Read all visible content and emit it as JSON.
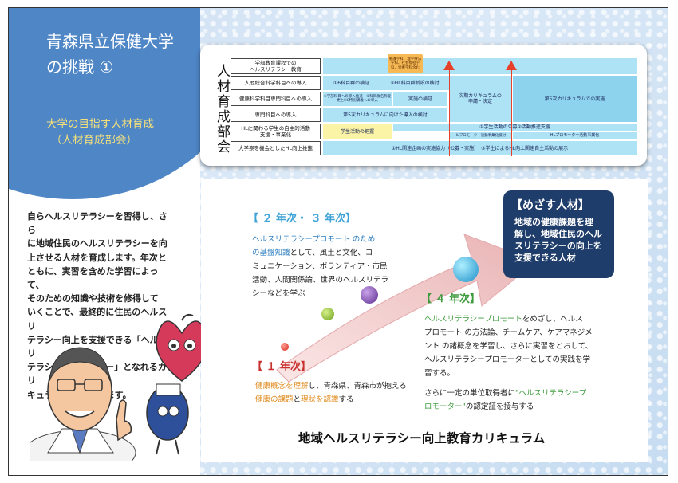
{
  "title_line1": "青森県立保健大学",
  "title_line2": "の挑戦 ①",
  "subtitle_line1": "大学の目指す人材育成",
  "subtitle_line2": "（人材育成部会）",
  "body_lines": [
    "自らヘルスリテラシーを習得し、さら",
    "に地域住民のヘルスリテラシーを向",
    "上させる人材を育成します。年次と",
    "ともに、実習を含めた学習によって、",
    "そのための知識や技術を修得して",
    "いくことで、最終的に住民のヘルスリ",
    "テラシー向上を支援できる「ヘルスリ",
    "テラシープロモーター」となれるカリ",
    "キュラム編成を行います。"
  ],
  "table": {
    "vertical_label": "人材育成部会",
    "row_labels": [
      "学部教育課程での\nヘルスリテラシー教育",
      "人間総合科学科目への導入",
      "健康科学科目専門科目への導入",
      "専門科目への導入",
      "HLに関わる学生の自主的活動\n支援・事業化",
      "大学祭を機会としたHL向上推進"
    ],
    "orange_note": "看護学科、理学療法学科、社会福祉学科、栄養学科含む",
    "cells": {
      "r1a": "①6科目群の検証",
      "r1b": "②HL科目群新設の検討",
      "r2a": "①学部科目への導入推進　②科目群名称変更とHC特別講義への導入",
      "r2b": "実施の検証",
      "next_cur": "次期カリキュラムの\n申請・決定",
      "fifth_impl": "第5次カリキュラムでの実施",
      "r3": "第5次カリキュラムに向けた導入の検討",
      "r4a": "学生活動の把握",
      "r4b": "①学生活動の公募②活動推進支援",
      "r4c": "HLプロモーター活動事業化検討",
      "r4d": "HLプロモーター活動事業化",
      "r5": "①HL関連企画の実施協力（公募・実施）　②学生によるHL向上関連自主活動の展示"
    }
  },
  "goal": {
    "heading": "【めざす人材】",
    "lines": [
      "地域の健康課題を理",
      "解し、地域住民のヘル",
      "スリテラシーの向上を",
      "支援できる人材"
    ]
  },
  "year23": {
    "heading": "【 ２ 年次・ ３ 年次】",
    "lines": [
      [
        "ヘルスリテラシープロモート のため",
        "blue"
      ],
      [
        "の基盤知識として、風土と文化、コ",
        "mix1"
      ],
      [
        "ミュニケーション、ボランティア・市民",
        "plain"
      ],
      [
        "活動、人間関係論、世界のヘルスリテラ",
        "plain"
      ],
      [
        "シーなどを学ぶ",
        "plain"
      ]
    ],
    "kiban": "の基盤知識",
    "kiban_rest": "として、風土と文化、コ",
    "kiban_pre": ""
  },
  "year1": {
    "heading": "【 １ 年次】",
    "line1_a": "健康概念を理解",
    "line1_b": "し、青森県、青森市が抱える",
    "line2_a": "健康の課題",
    "line2_b": "と",
    "line2_c": "現状を認識",
    "line2_d": "する"
  },
  "year4": {
    "heading": "【 ４ 年次】",
    "line1_a": "ヘルスリテラシープロモート",
    "line1_b": "をめざし、ヘルス",
    "lines": [
      "プロモート の方法論、チームケア、ケアマネジメ",
      "ント の諸概念を学習し、さらに実習をとおして、",
      "ヘルスリテラシープロモーターとしての実践を学",
      "習する。"
    ],
    "cert_a": "さらに一定の単位取得者に",
    "cert_b": "\"ヘルスリテラシープ",
    "cert_c": "ロモーター\"",
    "cert_d": "の認定証を授与する"
  },
  "footer_title": "地域ヘルスリテラシー向上教育カリキュラム",
  "colors": {
    "accent_blue": "#4f86c6",
    "goal_navy": "#1f3d6a",
    "red": "#c8312d",
    "green": "#3d9a3c"
  }
}
